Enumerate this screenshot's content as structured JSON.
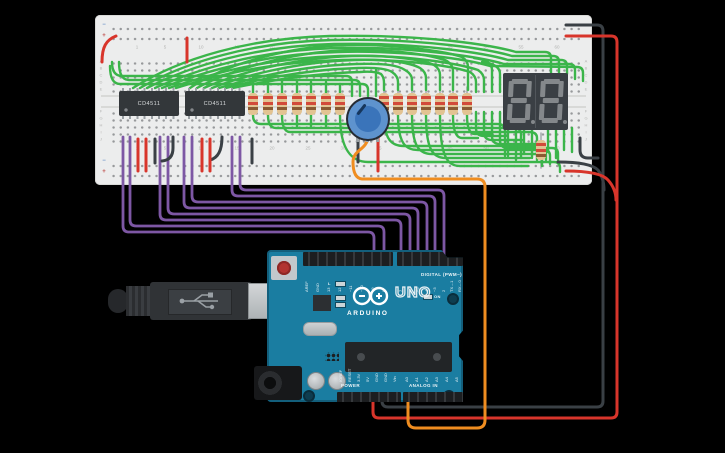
{
  "app": {
    "description": "Tinkercad-style circuit: Arduino UNO driving dual 7-segment display via two CD4511 BCD decoders on a breadboard with potentiometer input"
  },
  "colors": {
    "background": "#000000",
    "breadboard": "#eceded",
    "board_teal": "#1a7da1",
    "chip_body": "#33373a",
    "display_body": "#3a3f44",
    "segment_off": "#84888b",
    "resistor_body": "#e2c392",
    "pot_knob": "#5e93ce",
    "wire_green": "#3bb54a",
    "wire_purple": "#7d57a4",
    "wire_red": "#d8352b",
    "wire_black": "#3a4045",
    "wire_orange": "#ef8d20"
  },
  "breadboard": {
    "column_numbers": [
      "1",
      "5",
      "10",
      "15",
      "20",
      "25",
      "30",
      "35",
      "40",
      "45",
      "50",
      "55",
      "60"
    ],
    "row_letters_top": [
      "A",
      "B",
      "C",
      "D",
      "E"
    ],
    "row_letters_bottom": [
      "F",
      "G",
      "H",
      "I",
      "J"
    ],
    "rail_minus": "−",
    "rail_plus": "+"
  },
  "chips": [
    {
      "label": "CD4511"
    },
    {
      "label": "CD4511"
    }
  ],
  "display": {
    "type": "dual seven-segment display",
    "digit_count": 2,
    "segments_shown": "8.8.",
    "state": "all segments off (gray)"
  },
  "resistors": {
    "middle_row_count": 14,
    "below_display_count": 1,
    "band_colors": [
      "red",
      "red",
      "brown",
      "gold"
    ]
  },
  "wires": {
    "purple_signal_count": 8,
    "green_signal_color": "#3bb54a",
    "power_red": "#d8352b",
    "ground_black": "#3a4045",
    "analog_orange": "#ef8d20"
  },
  "arduino": {
    "brand": "ARDUINO",
    "model": "UNO",
    "digital_label": "DIGITAL (PWM~)",
    "power_label": "POWER",
    "analog_label": "ANALOG IN",
    "digital_pins_left": [
      "AREF",
      "GND",
      "13",
      "12",
      "~11",
      "~10",
      "~9",
      "8"
    ],
    "digital_pins_right": [
      "7",
      "~6",
      "~5",
      "4",
      "~3",
      "2",
      "TX→1",
      "RX←0"
    ],
    "power_pins": [
      "IOREF",
      "RESET",
      "3.3V",
      "5V",
      "GND",
      "GND",
      "Vin"
    ],
    "analog_pins": [
      "A0",
      "A1",
      "A2",
      "A3",
      "A4",
      "A5"
    ],
    "leds": {
      "l": "L",
      "tx": "TX",
      "rx": "RX",
      "on": "ON"
    }
  }
}
